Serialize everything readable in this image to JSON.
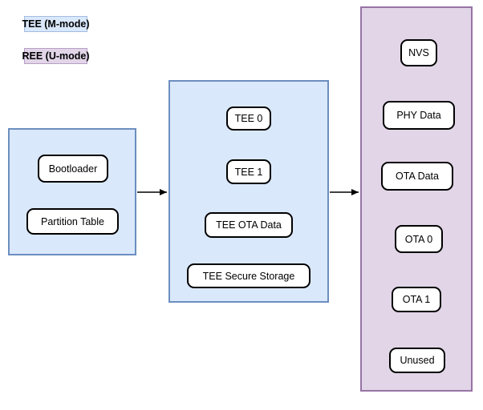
{
  "legend": {
    "tee_label": "TEE (M-mode)",
    "ree_label": "REE (U-mode)"
  },
  "colors": {
    "tee_fill": "#dae8fc",
    "tee_border": "#6c8ebf",
    "ree_fill": "#e1d5e7",
    "ree_border": "#9673a6",
    "legend_tee_border": "#a3bce2",
    "legend_ree_border": "#b79fc7",
    "node_fill": "#ffffff",
    "node_border": "#000000",
    "arrow": "#000000"
  },
  "flow": {
    "stage1": {
      "mode": "TEE",
      "nodes": [
        {
          "label": "Bootloader"
        },
        {
          "label": "Partition Table"
        }
      ]
    },
    "stage2": {
      "mode": "TEE",
      "nodes": [
        {
          "label": "TEE 0"
        },
        {
          "label": "TEE 1"
        },
        {
          "label": "TEE OTA Data"
        },
        {
          "label": "TEE Secure Storage"
        }
      ]
    },
    "stage3": {
      "mode": "REE",
      "nodes": [
        {
          "label": "NVS"
        },
        {
          "label": "PHY Data"
        },
        {
          "label": "OTA Data"
        },
        {
          "label": "OTA 0"
        },
        {
          "label": "OTA 1"
        },
        {
          "label": "Unused"
        }
      ]
    }
  }
}
